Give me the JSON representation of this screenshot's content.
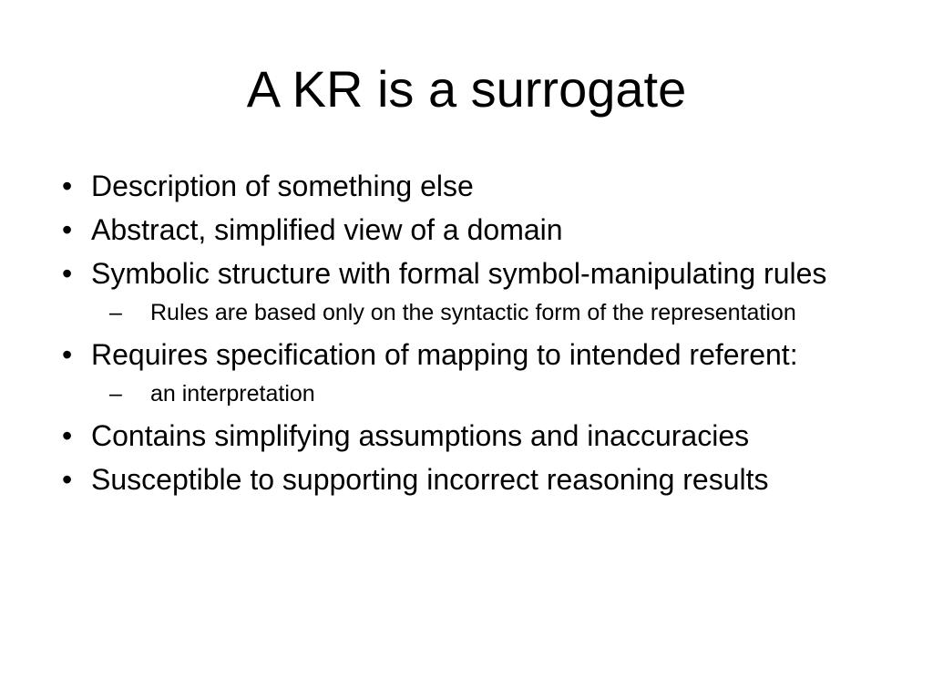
{
  "slide": {
    "title": "A KR is a surrogate",
    "bullet_marker": "•",
    "sub_marker": "–",
    "bullets": [
      {
        "text": "Description of something else"
      },
      {
        "text": "Abstract, simplified view of a domain"
      },
      {
        "text": "Symbolic structure with formal symbol-manipulating rules",
        "sub": [
          "Rules are based only on the syntactic form of the representation"
        ]
      },
      {
        "text": "Requires specification of mapping to intended referent:",
        "sub": [
          "an interpretation"
        ]
      },
      {
        "text": "Contains simplifying assumptions and inaccuracies"
      },
      {
        "text": "Susceptible to supporting incorrect reasoning results"
      }
    ]
  }
}
